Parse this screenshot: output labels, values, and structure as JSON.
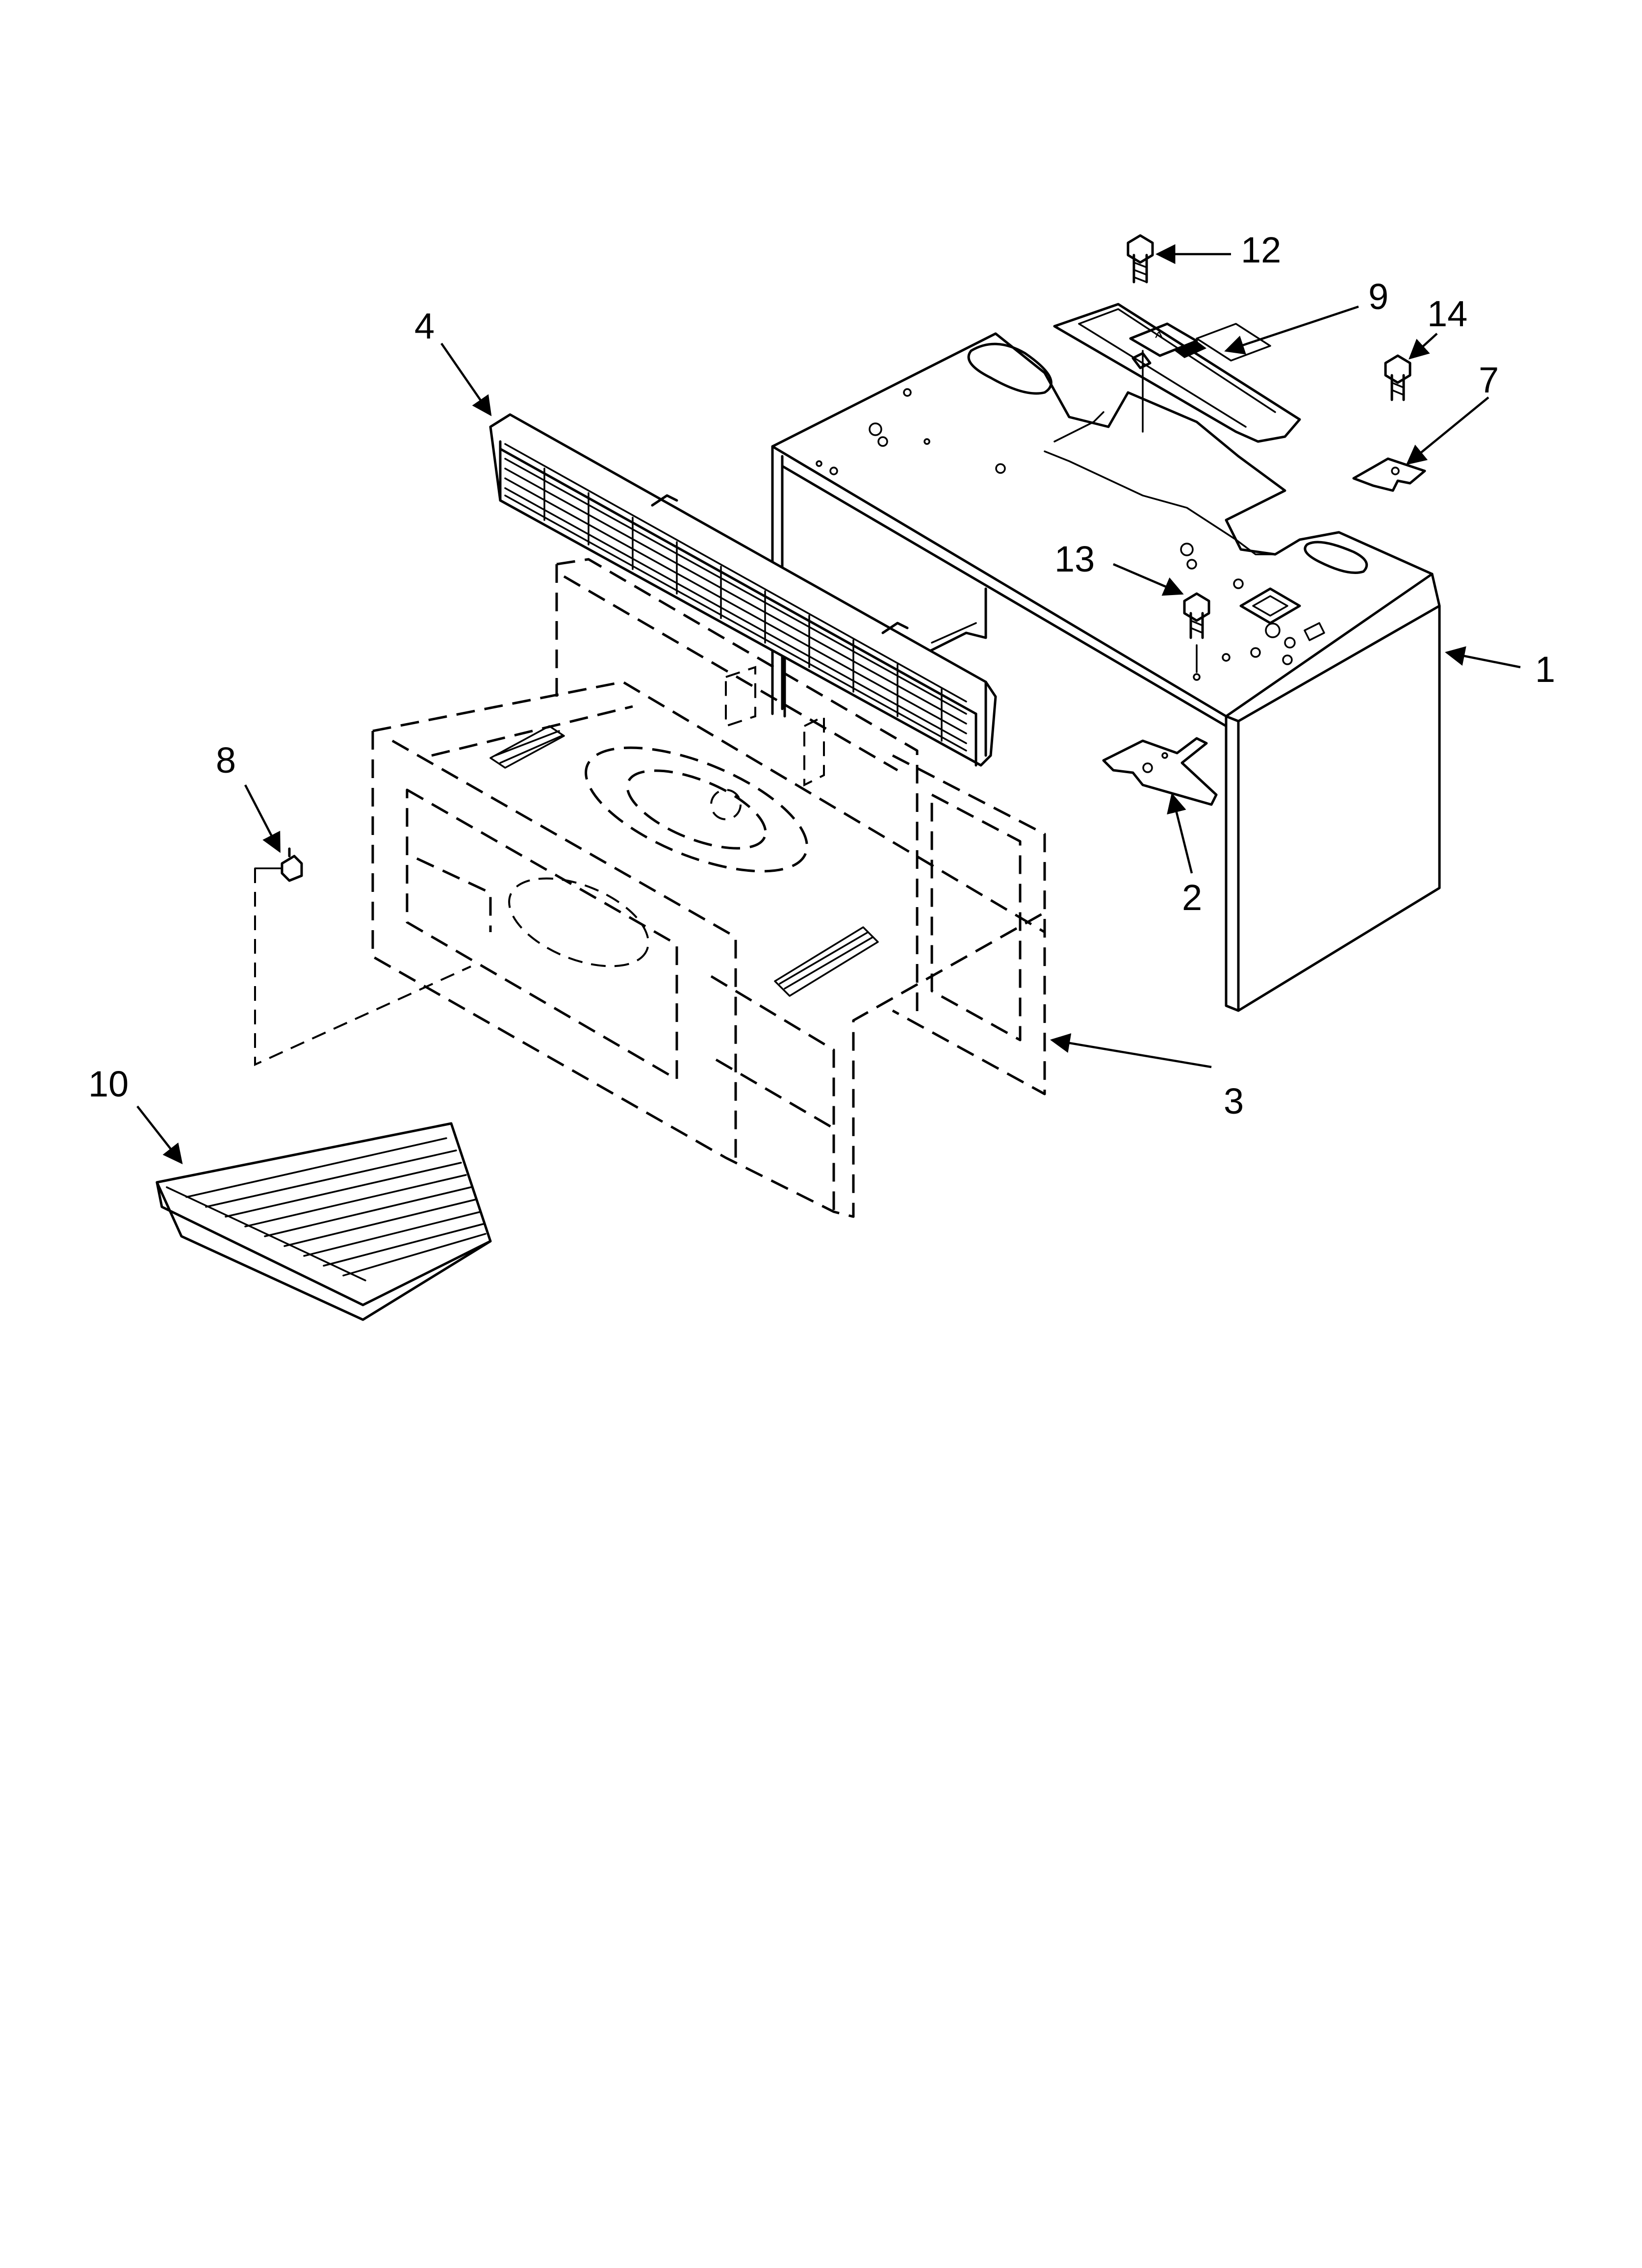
{
  "diagram": {
    "callouts": [
      {
        "id": "1",
        "label": "1"
      },
      {
        "id": "2",
        "label": "2"
      },
      {
        "id": "3",
        "label": "3"
      },
      {
        "id": "4",
        "label": "4"
      },
      {
        "id": "7",
        "label": "7"
      },
      {
        "id": "8",
        "label": "8"
      },
      {
        "id": "9",
        "label": "9"
      },
      {
        "id": "10",
        "label": "10"
      },
      {
        "id": "12",
        "label": "12"
      },
      {
        "id": "13",
        "label": "13"
      },
      {
        "id": "14",
        "label": "14"
      }
    ]
  }
}
